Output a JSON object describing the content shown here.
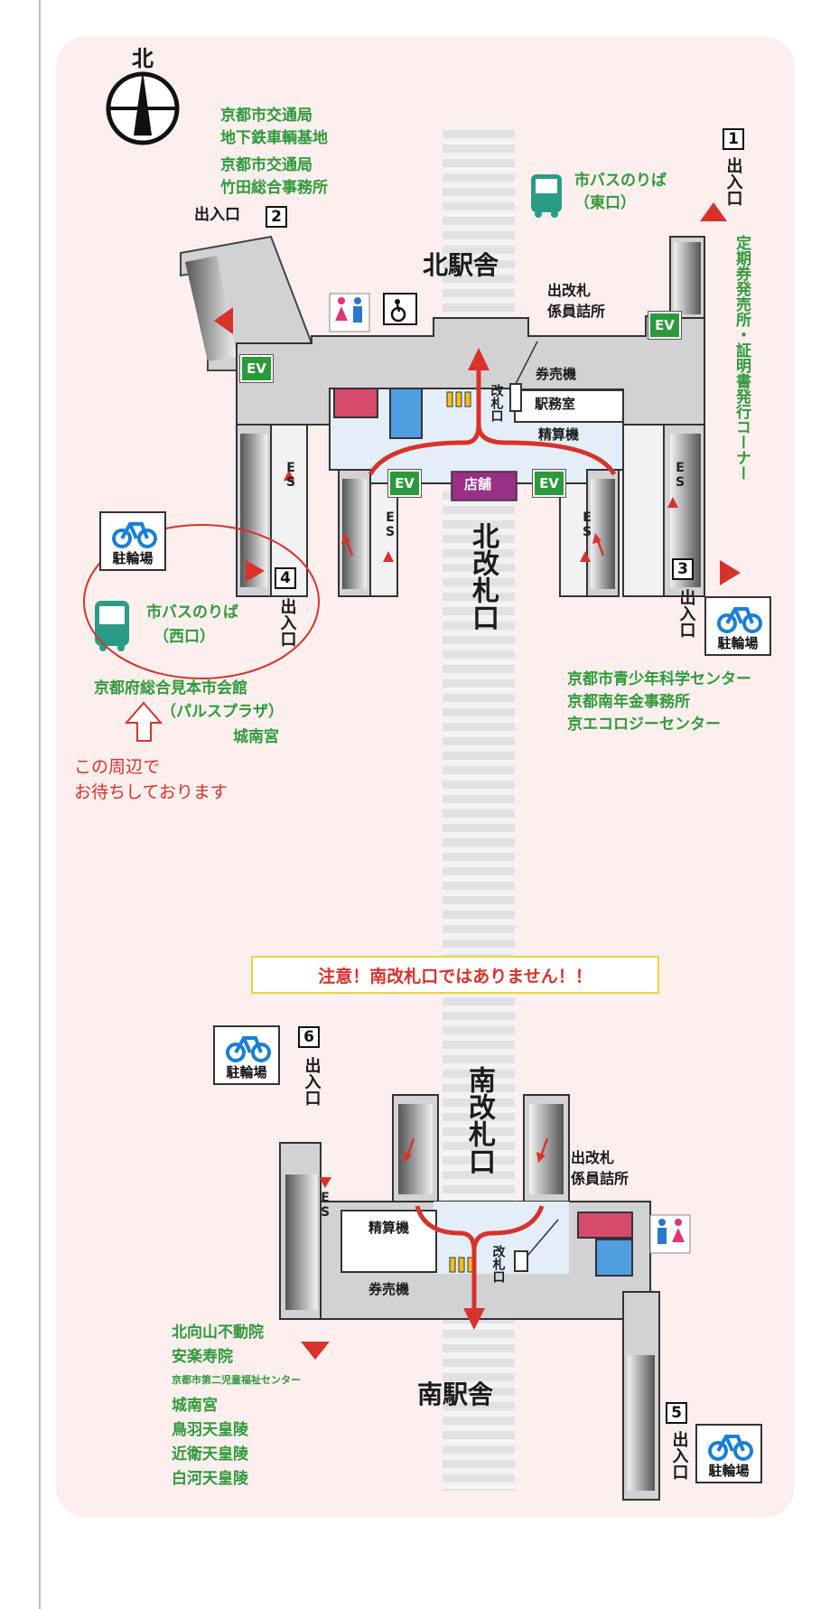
{
  "compass": {
    "north": "北"
  },
  "north_station": {
    "building": "北駅舎",
    "gate": "北改札口",
    "gate_small": "改札口",
    "ticket_machines": "券売機",
    "station_office": "駅務室",
    "fare_adjustment": "精算機",
    "shop": "店舗",
    "staff_room": [
      "出改札",
      "係員詰所"
    ],
    "ev": "EV",
    "es": "ES"
  },
  "south_station": {
    "building": "南駅舎",
    "gate": "南改札口",
    "gate_small": "改札口",
    "ticket_machines": "券売機",
    "fare_adjustment": "精算機",
    "staff_room": [
      "出改札",
      "係員詰所"
    ],
    "es": "ES"
  },
  "exits": [
    {
      "number": "1",
      "label": "出入口"
    },
    {
      "number": "2",
      "label": "出入口"
    },
    {
      "number": "3",
      "label": "出入口"
    },
    {
      "number": "4",
      "label": "出入口"
    },
    {
      "number": "5",
      "label": "出入口"
    },
    {
      "number": "6",
      "label": "出入口"
    }
  ],
  "bus_stops": {
    "east": [
      "市バスのりば",
      "（東口）"
    ],
    "west": [
      "市バスのりば",
      "（西口）"
    ]
  },
  "bicycle_parking": "駐輪場",
  "ticket_office_vertical": "定期券発売所・証明書発行コーナー",
  "destinations": {
    "exit2": [
      "京都市交通局",
      "地下鉄車輌基地",
      "京都市交通局",
      "竹田総合事務所"
    ],
    "exit4": [
      "京都府総合見本市会館",
      "（パルスプラザ）",
      "城南宮"
    ],
    "exit3": [
      "京都市青少年科学センター",
      "京都南年金事務所",
      "京エコロジーセンター"
    ],
    "south": [
      "北向山不動院",
      "安楽寿院",
      "京都市第二児童福祉センター",
      "城南宮",
      "鳥羽天皇陵",
      "近衛天皇陵",
      "白河天皇陵"
    ]
  },
  "meeting_note": [
    "この周辺で",
    "お待ちしております"
  ],
  "warning": "注意！南改札口ではありません！！",
  "colors": {
    "background": "#fcefee",
    "concourse": "#d2d2d4",
    "track": "#e6e6e8",
    "stairs_dark": "#5a5a5c",
    "green": "#2f9a3a",
    "red": "#d8322b",
    "pink_room": "#d64a6c",
    "blue_room": "#4e9ee0",
    "shop": "#9a2f86"
  }
}
